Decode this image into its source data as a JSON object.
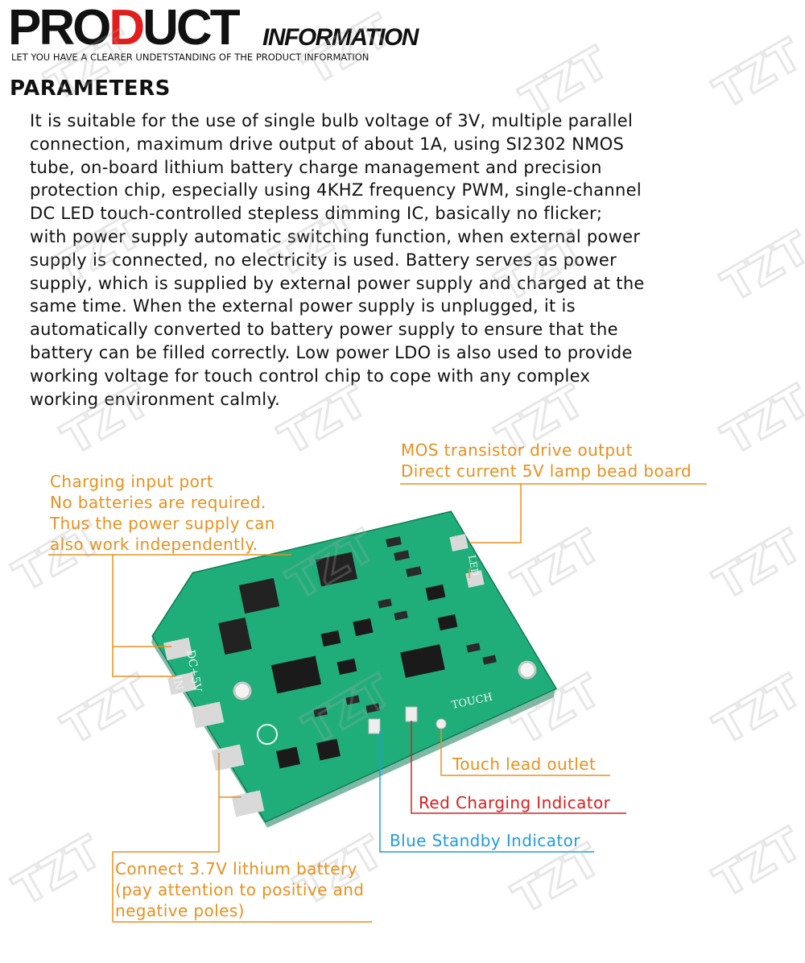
{
  "header": {
    "brand_pro": "PRO",
    "brand_d": "D",
    "brand_uct": "UCT",
    "info": "INFORMATION",
    "subtitle": "LET YOU HAVE A CLEARER UNDETSTANDING OF THE PRODUCT INFORMATION"
  },
  "parameters": {
    "title": "PARAMETERS",
    "lines": [
      "It is suitable for the use of single bulb voltage of 3V, multiple parallel",
      "connection, maximum drive output of about 1A, using SI2302 NMOS",
      "tube, on-board lithium battery charge management and precision",
      "protection chip, especially using 4KHZ frequency PWM, single-channel",
      "DC LED touch-controlled stepless dimming IC, basically no flicker;",
      "with power supply automatic switching function, when external power",
      "supply is connected, no electricity is used. Battery serves as power",
      "supply, which is supplied by external power supply and charged at the",
      "same time. When the external power supply is unplugged, it is",
      "automatically converted to battery power supply to ensure that the",
      "battery can be filled correctly. Low power LDO is also used to provide",
      "working voltage for touch control chip to cope with any complex",
      "working environment calmly."
    ]
  },
  "callouts": {
    "mos": [
      "MOS transistor drive output",
      "Direct current 5V lamp bead board"
    ],
    "charging": [
      "Charging input port",
      "No batteries are required.",
      "Thus the power supply can",
      "also work independently."
    ],
    "touch": "Touch lead outlet",
    "red_indicator": "Red Charging Indicator",
    "blue_indicator": "Blue Standby Indicator",
    "battery": [
      "Connect 3.7V lithium battery",
      "(pay attention to positive and",
      "negative poles)"
    ]
  },
  "board_silk": {
    "dc5v": "DC+5V",
    "in": "IN",
    "touch": "TOUCH",
    "led": "LED"
  },
  "watermark": "TZT",
  "colors": {
    "orange": "#e8901f",
    "red": "#d81f1f",
    "blue": "#1f9be0",
    "board_green": "#1fae7a",
    "brand_red": "#e11d1d"
  }
}
